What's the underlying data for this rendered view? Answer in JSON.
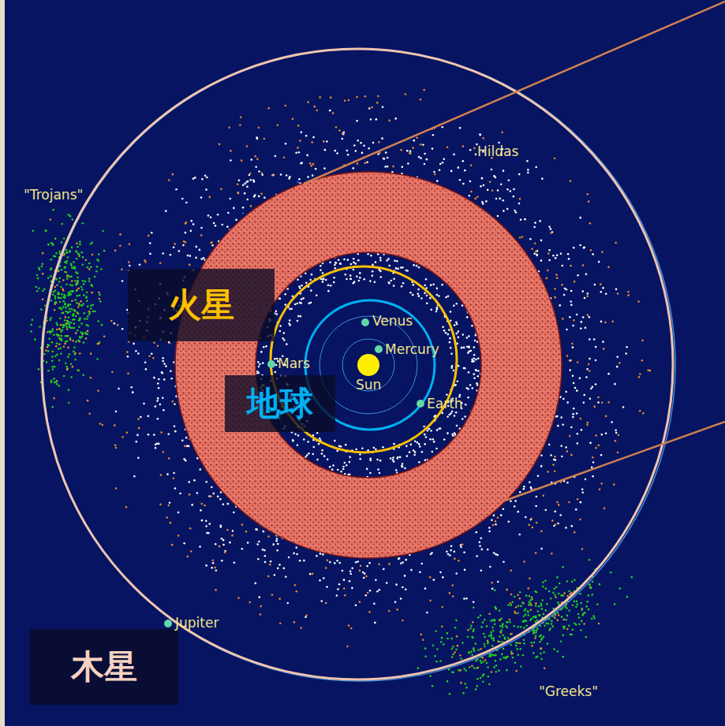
{
  "diagram": {
    "nodes": [
      {
        "text": [
          "火星"
        ]
      },
      {
        "text": [
          "地球"
        ]
      },
      {
        "text": [
          "木星"
        ]
      }
    ],
    "labels": [
      "Hildas",
      "\"Trojans\"",
      "Venus",
      "Mercury",
      "Mars",
      "Sun",
      "Earth",
      "Jupiter",
      "\"Greeks\""
    ]
  }
}
